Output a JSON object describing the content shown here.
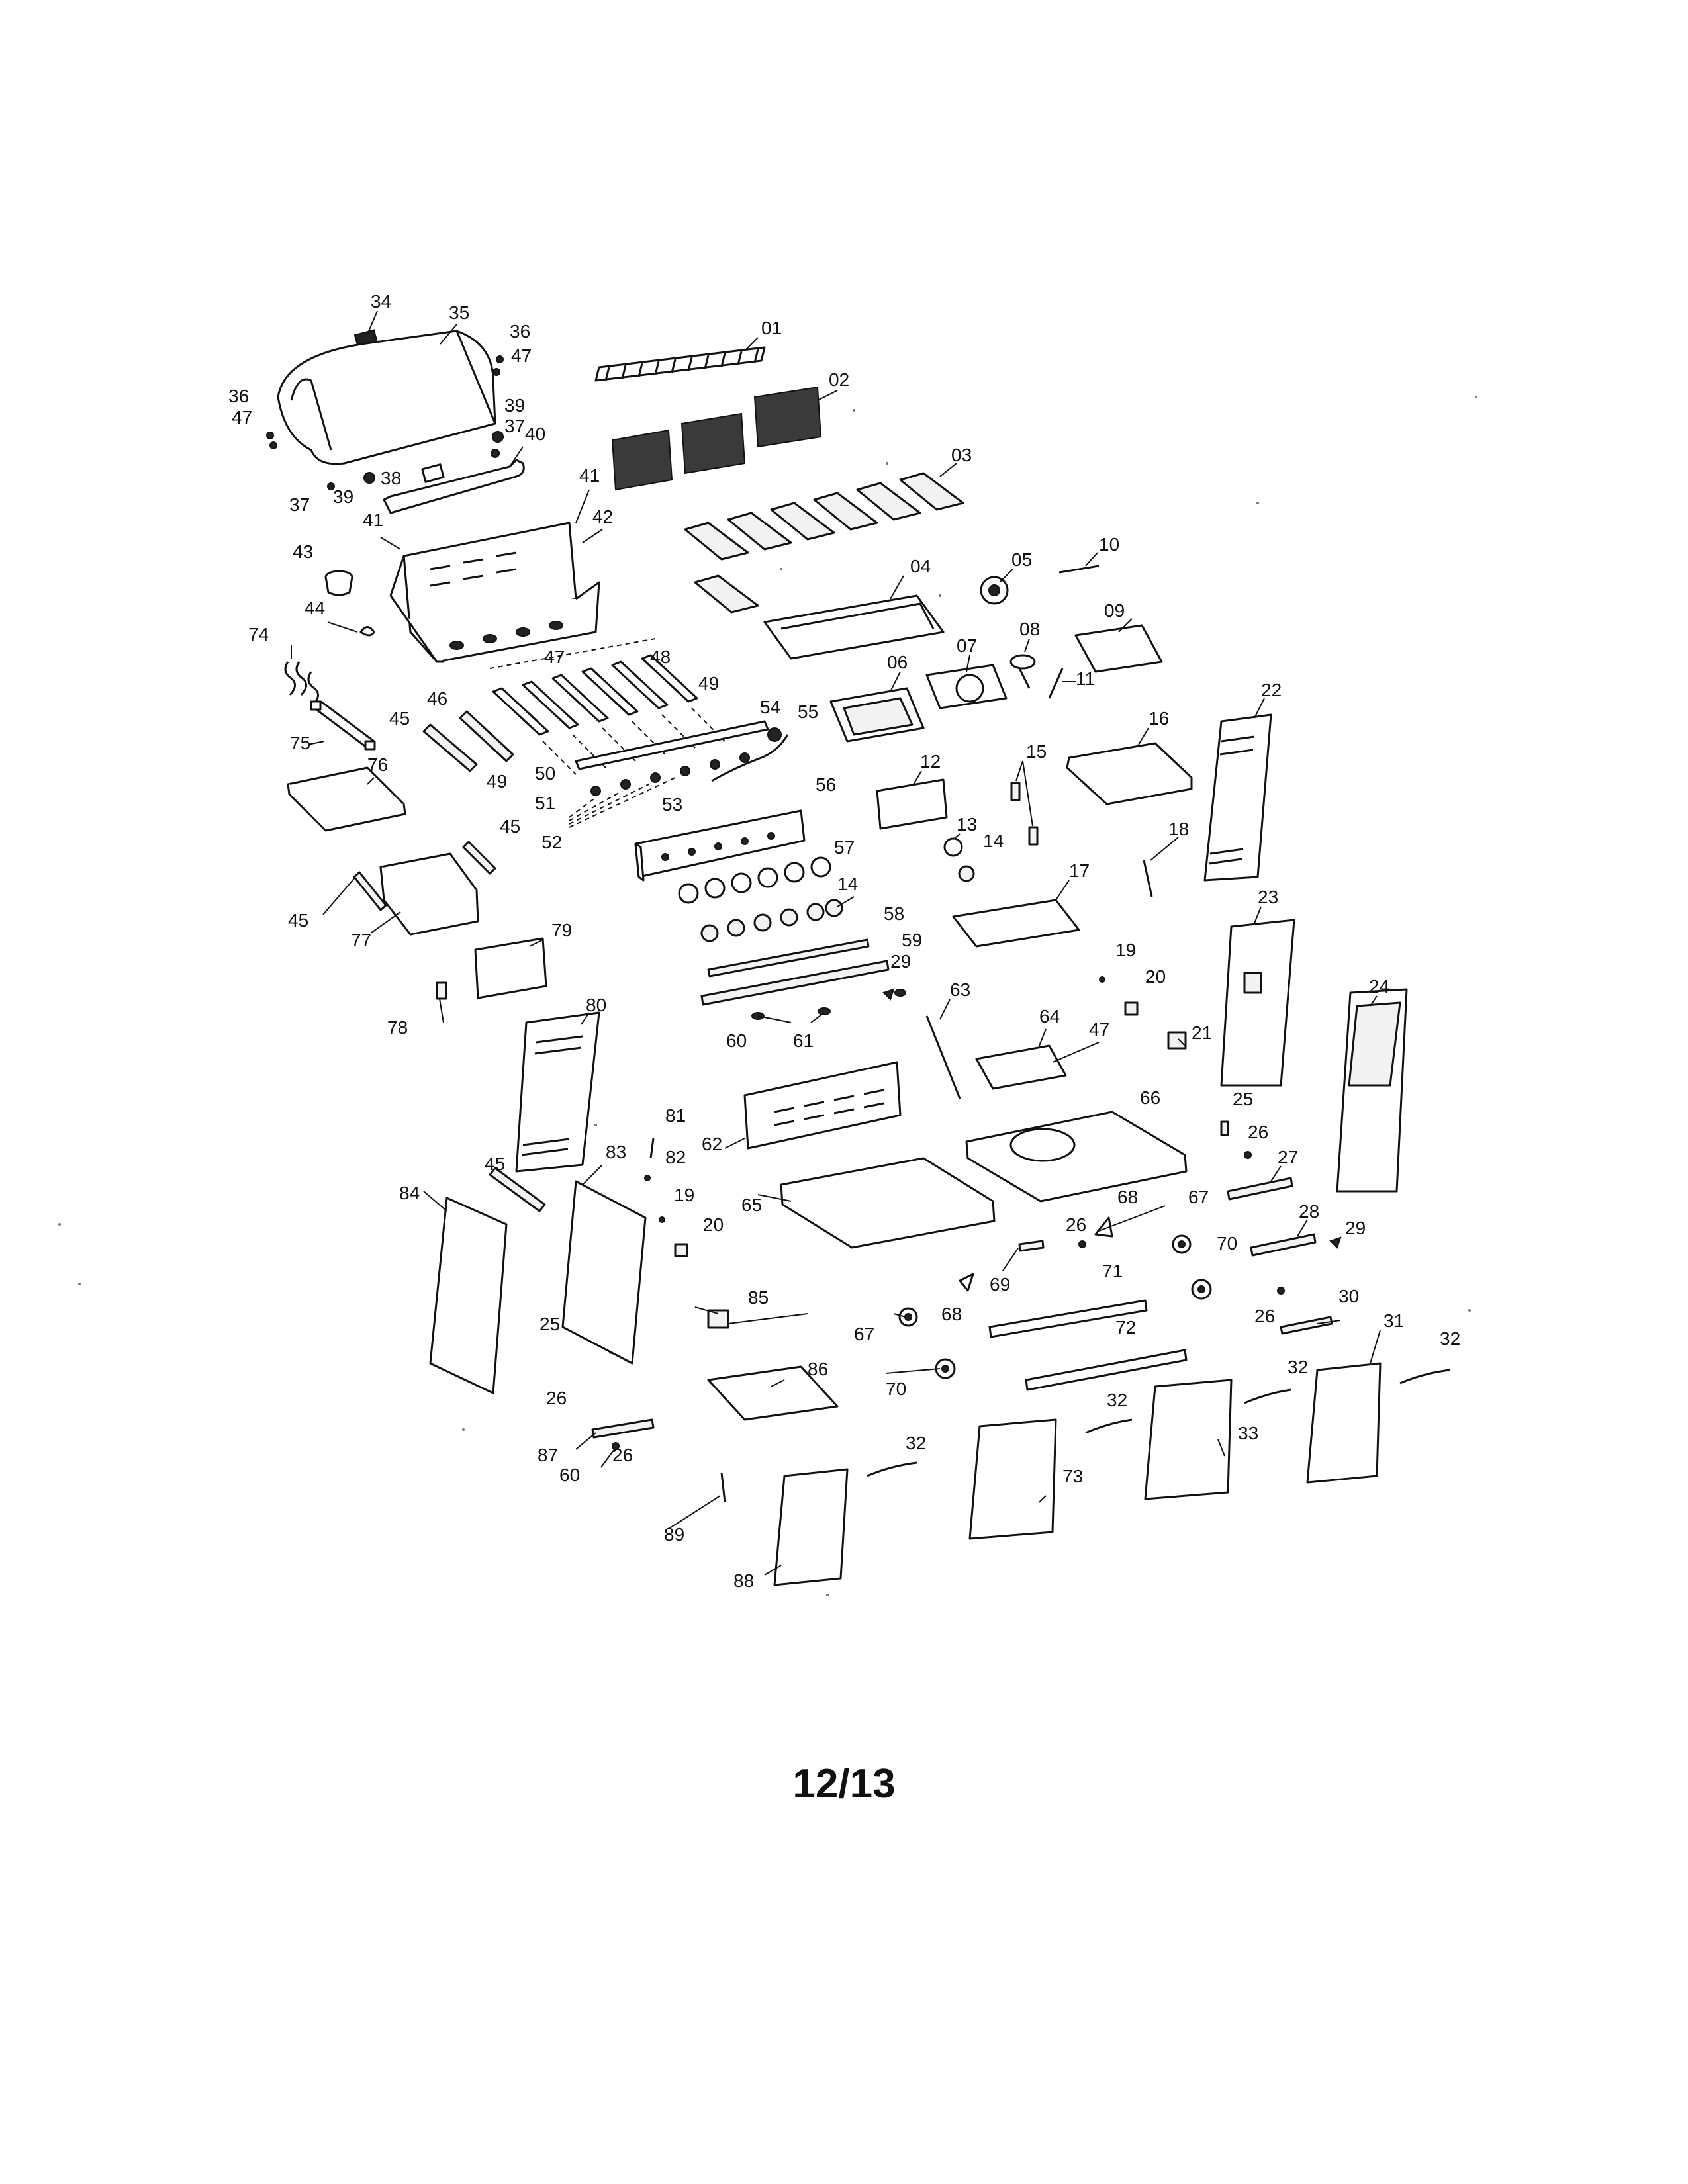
{
  "page_number": "12/13",
  "callouts": {
    "c01": "01",
    "c02": "02",
    "c03": "03",
    "c04": "04",
    "c05": "05",
    "c06": "06",
    "c07": "07",
    "c08": "08",
    "c09": "09",
    "c10": "10",
    "c11": "11",
    "c12": "12",
    "c13": "13",
    "c14a": "14",
    "c14b": "14",
    "c15": "15",
    "c16": "16",
    "c17": "17",
    "c18": "18",
    "c19a": "19",
    "c19b": "19",
    "c20a": "20",
    "c20b": "20",
    "c21": "21",
    "c22": "22",
    "c23": "23",
    "c24": "24",
    "c25a": "25",
    "c25b": "25",
    "c26a": "26",
    "c26b": "26",
    "c26c": "26",
    "c26d": "26",
    "c26e": "26",
    "c27": "27",
    "c28": "28",
    "c29a": "29",
    "c29b": "29",
    "c30": "30",
    "c31": "31",
    "c32a": "32",
    "c32b": "32",
    "c32c": "32",
    "c32d": "32",
    "c33": "33",
    "c34": "34",
    "c35": "35",
    "c36a": "36",
    "c36b": "36",
    "c37a": "37",
    "c37b": "37",
    "c38": "38",
    "c39a": "39",
    "c39b": "39",
    "c40": "40",
    "c41a": "41",
    "c41b": "41",
    "c42": "42",
    "c43": "43",
    "c44": "44",
    "c45a": "45",
    "c45b": "45",
    "c45c": "45",
    "c45d": "45",
    "c46": "46",
    "c47a": "47",
    "c47b": "47",
    "c47c": "47",
    "c47d": "47",
    "c48": "48",
    "c49a": "49",
    "c49b": "49",
    "c50": "50",
    "c51": "51",
    "c52": "52",
    "c53": "53",
    "c54": "54",
    "c55": "55",
    "c56": "56",
    "c57": "57",
    "c58": "58",
    "c59": "59",
    "c60a": "60",
    "c60b": "60",
    "c61": "61",
    "c62": "62",
    "c63": "63",
    "c64": "64",
    "c65": "65",
    "c66": "66",
    "c67a": "67",
    "c67b": "67",
    "c68a": "68",
    "c68b": "68",
    "c69": "69",
    "c70a": "70",
    "c70b": "70",
    "c71": "71",
    "c72": "72",
    "c73": "73",
    "c74": "74",
    "c75": "75",
    "c76": "76",
    "c77": "77",
    "c78": "78",
    "c79": "79",
    "c80": "80",
    "c81": "81",
    "c82": "82",
    "c83": "83",
    "c84": "84",
    "c85": "85",
    "c86": "86",
    "c87": "87",
    "c88": "88",
    "c89": "89"
  }
}
